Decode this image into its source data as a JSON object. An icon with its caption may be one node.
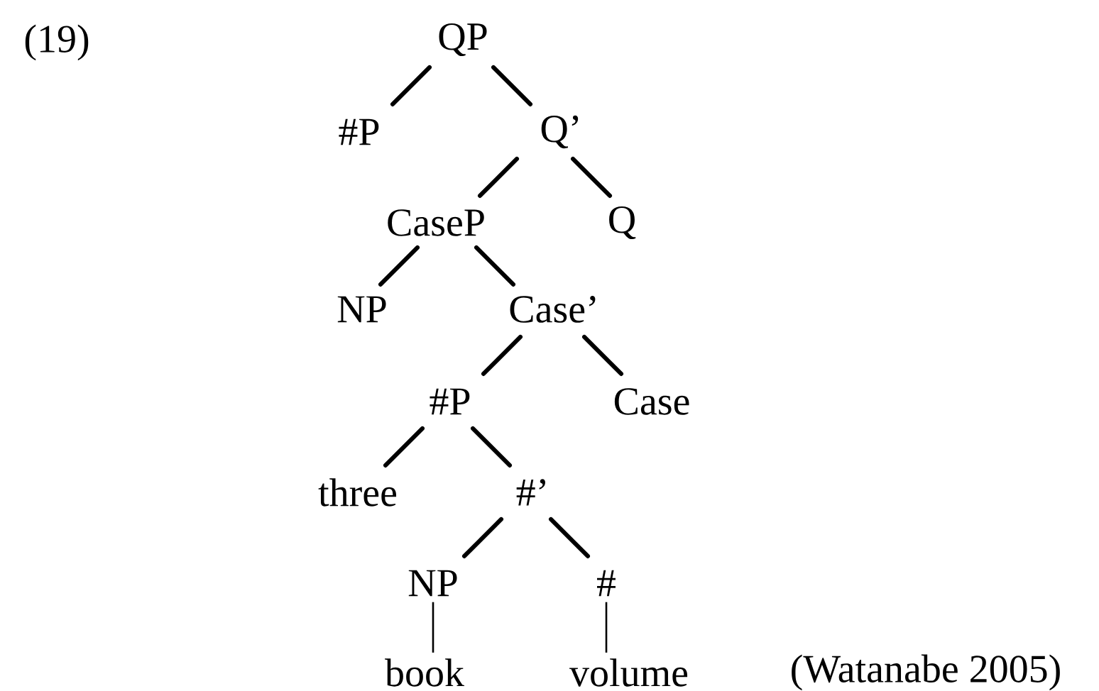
{
  "diagram": {
    "nodes": [
      {
        "text": [
          "QP"
        ]
      },
      {
        "text": [
          "#P"
        ]
      },
      {
        "text": [
          "Q’"
        ]
      },
      {
        "text": [
          "CaseP"
        ]
      },
      {
        "text": [
          "Q"
        ]
      },
      {
        "text": [
          "NP"
        ]
      },
      {
        "text": [
          "Case’"
        ]
      },
      {
        "text": [
          "#P"
        ]
      },
      {
        "text": [
          "Case"
        ]
      },
      {
        "text": [
          "three"
        ]
      },
      {
        "text": [
          "#’"
        ]
      },
      {
        "text": [
          "NP"
        ]
      },
      {
        "text": [
          "#"
        ]
      },
      {
        "text": [
          "book"
        ]
      },
      {
        "text": [
          "volume"
        ]
      }
    ],
    "edges": [
      {
        "from": 0,
        "to": 1,
        "arrow": "none"
      },
      {
        "from": 0,
        "to": 2,
        "arrow": "none"
      },
      {
        "from": 2,
        "to": 3,
        "arrow": "none"
      },
      {
        "from": 2,
        "to": 4,
        "arrow": "none"
      },
      {
        "from": 3,
        "to": 5,
        "arrow": "none"
      },
      {
        "from": 3,
        "to": 6,
        "arrow": "none"
      },
      {
        "from": 6,
        "to": 7,
        "arrow": "none"
      },
      {
        "from": 6,
        "to": 8,
        "arrow": "none"
      },
      {
        "from": 7,
        "to": 9,
        "arrow": "none"
      },
      {
        "from": 7,
        "to": 10,
        "arrow": "none"
      },
      {
        "from": 10,
        "to": 11,
        "arrow": "none"
      },
      {
        "from": 10,
        "to": 12,
        "arrow": "none"
      },
      {
        "from": 11,
        "to": 13,
        "arrow": "none"
      },
      {
        "from": 12,
        "to": 14,
        "arrow": "none"
      }
    ],
    "labels": [
      "(19)",
      "(Watanabe 2005)"
    ]
  }
}
